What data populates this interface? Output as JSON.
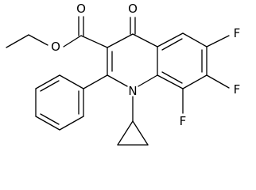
{
  "molecule": {
    "atoms": {
      "keto_oxygen": "O",
      "ester_carbonyl_oxygen": "O",
      "ester_ether_oxygen": "O",
      "ring_nitrogen": "N",
      "fluorine_6": "F",
      "fluorine_7": "F",
      "fluorine_8": "F"
    },
    "colors": {
      "bond": "#000000",
      "label": "#000000",
      "background": "#ffffff"
    }
  }
}
